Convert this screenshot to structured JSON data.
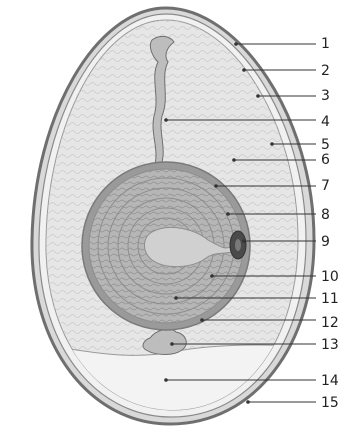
{
  "labels": [
    "1",
    "2",
    "3",
    "4",
    "5",
    "6",
    "7",
    "8",
    "9",
    "10",
    "11",
    "12",
    "13",
    "14",
    "15"
  ],
  "colors": {
    "shell_outer": "#6f6f6f",
    "shell_fill": "#d9d9d9",
    "membrane": "#f1f1f1",
    "albumen": "#e6e6e6",
    "albumen_texture": "#c9c9c9",
    "yolk_outer": "#9a9a9a",
    "yolk_inner": "#b6b6b6",
    "yolk_rings": "#8d8d8d",
    "air_cell": "#f3f3f3",
    "chalaza": "#bdbdbd",
    "germ": "#4a4a4a",
    "lines": "#333333",
    "text": "#222222"
  }
}
